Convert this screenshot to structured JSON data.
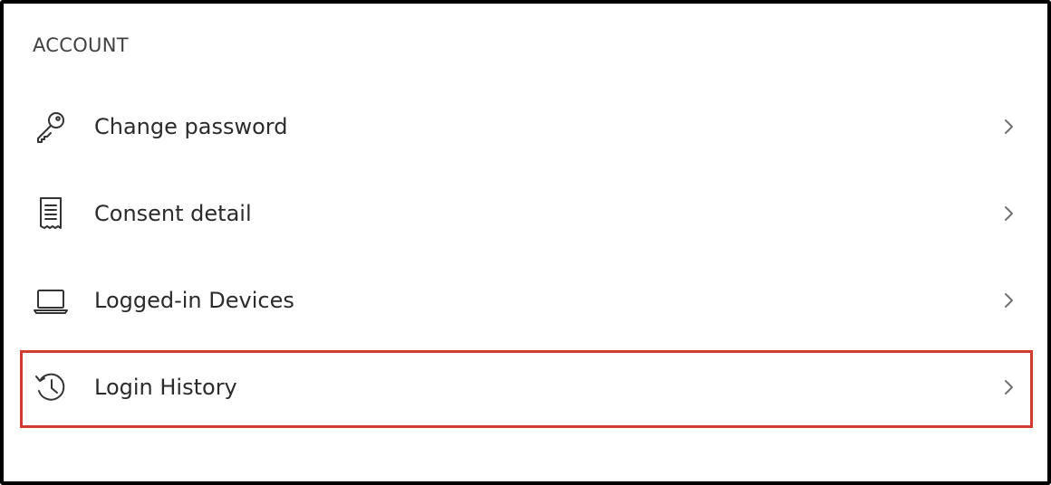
{
  "account": {
    "section_title": "ACCOUNT",
    "items": [
      {
        "label": "Change password",
        "icon": "key-icon"
      },
      {
        "label": "Consent detail",
        "icon": "receipt-icon"
      },
      {
        "label": "Logged-in Devices",
        "icon": "laptop-icon"
      },
      {
        "label": "Login History",
        "icon": "history-icon"
      }
    ]
  },
  "colors": {
    "highlight_border": "#d23b2f",
    "text_primary": "#2b2b2b",
    "section_title": "#404040",
    "chevron": "#707070"
  }
}
